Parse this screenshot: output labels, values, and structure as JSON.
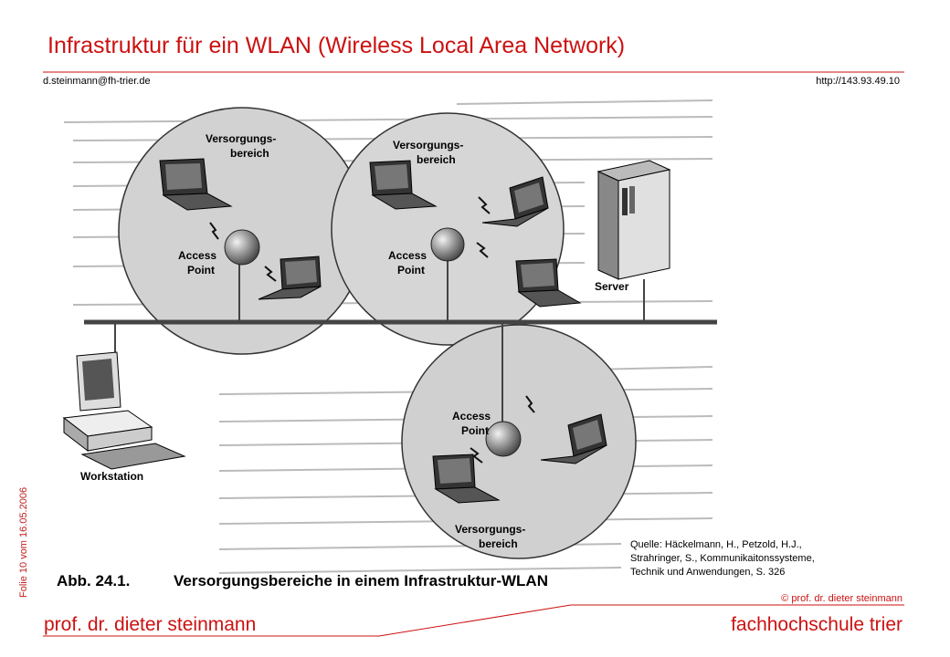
{
  "slide": {
    "title": "Infrastruktur für ein WLAN (Wireless Local Area Network)",
    "email": "d.steinmann@fh-trier.de",
    "url": "http://143.93.49.10",
    "side_label": "Folie 10 vom 16.05.2006",
    "copyright": "© prof. dr. dieter steinmann",
    "footer_left": "prof. dr. dieter steinmann",
    "footer_right": "fachhochschule trier",
    "accent_color": "#cc1111"
  },
  "figure": {
    "coverage_label_line1": "Versorgungs-",
    "coverage_label_line2": "bereich",
    "ap_label_line1": "Access",
    "ap_label_line2": "Point",
    "server_label": "Server",
    "workstation_label": "Workstation",
    "caption_number": "Abb. 24.1.",
    "caption_text": "Versorgungsbereiche in einem Infrastruktur-WLAN"
  },
  "source": {
    "line1": "Quelle: Häckelmann, H., Petzold, H.J.,",
    "line2": "Strahringer, S., Kommunikaitonssysteme,",
    "line3": "Technik und Anwendungen, S. 326"
  }
}
